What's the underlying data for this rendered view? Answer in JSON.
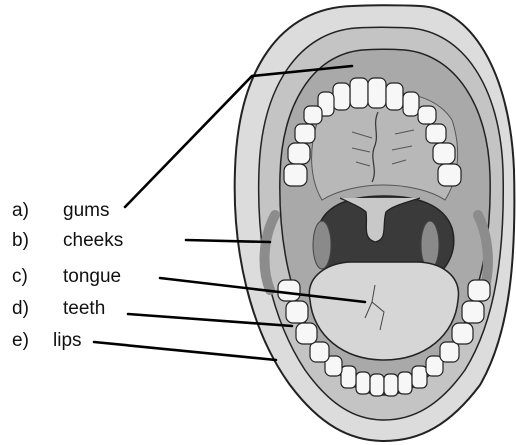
{
  "labels": [
    {
      "letter": "a)",
      "text": "gums"
    },
    {
      "letter": "b)",
      "text": "cheeks"
    },
    {
      "letter": "c)",
      "text": "tongue"
    },
    {
      "letter": "d)",
      "text": "teeth"
    },
    {
      "letter": "e)",
      "text": "lips"
    }
  ],
  "colors": {
    "outer_lip": "#dcdcdc",
    "inner_lip": "#bfbfbf",
    "mouth_cavity": "#a8a8a8",
    "palate": "#b9b9b9",
    "throat": "#3a3a3a",
    "tongue": "#d6d6d6",
    "tooth": "#f7f7f7",
    "outline": "#222222",
    "leader_line": "#000000"
  }
}
